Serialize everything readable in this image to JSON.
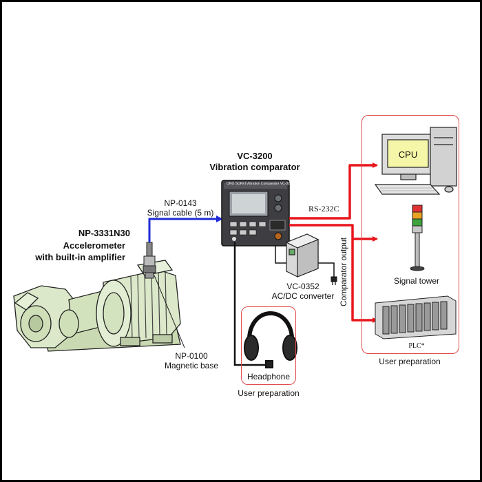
{
  "accelerometer": {
    "model": "NP-3331N30",
    "line1": "Accelerometer",
    "line2": "with built-in amplifier"
  },
  "comparator": {
    "model": "VC-3200",
    "name": "Vibration comparator",
    "brand": "ONO SOKKI",
    "panel_title": "Vibration Comparator VC-3200"
  },
  "signal_cable": {
    "model": "NP-0143",
    "desc": "Signal cable (5 m)"
  },
  "magnetic_base": {
    "model": "NP-0100",
    "desc": "Magnetic base"
  },
  "converter": {
    "model": "VC-0352",
    "desc": "AC/DC converter"
  },
  "rs232c": "RS-232C",
  "comparator_output": "Comparator output",
  "cpu_label": "CPU",
  "signal_tower": "Signal tower",
  "plc": "PLC*",
  "headphone": "Headphone",
  "user_preparation_left": "User preparation",
  "user_preparation_right": "User preparation",
  "colors": {
    "signal_cable": "#1f2bd6",
    "output_lines": "#e8151b",
    "box_outline": "#e14a4a",
    "motor_body": "#dbe8c9"
  }
}
